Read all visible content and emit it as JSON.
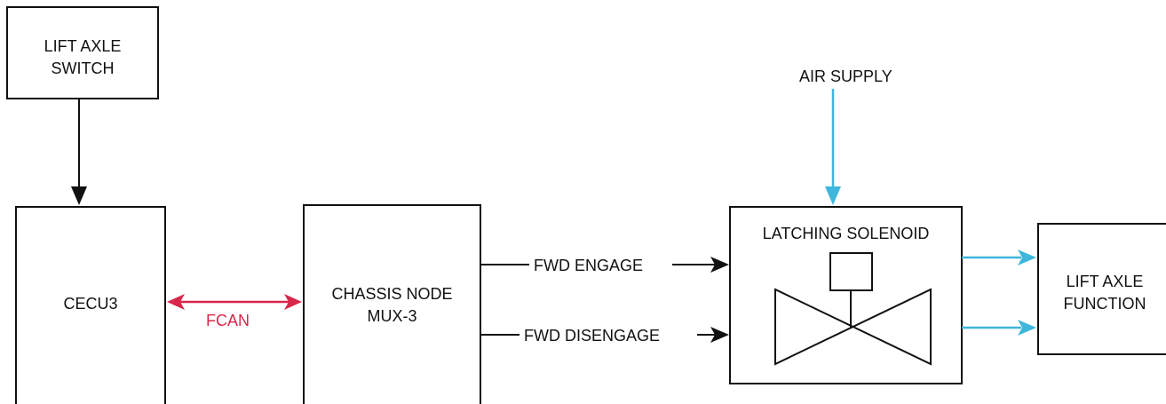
{
  "blocks": {
    "lift_axle_switch": [
      "LIFT AXLE",
      "SWITCH"
    ],
    "cecu3": "CECU3",
    "chassis_node": [
      "CHASSIS NODE",
      "MUX-3"
    ],
    "latching_solenoid": "LATCHING SOLENOID",
    "lift_axle_function": [
      "LIFT AXLE",
      "FUNCTION"
    ]
  },
  "signals": {
    "fcan": "FCAN",
    "fwd_engage": "FWD ENGAGE",
    "fwd_disengage": "FWD DISENGAGE",
    "air_supply": "AIR SUPPLY"
  },
  "colors": {
    "line": "#111111",
    "fcan": "#d8274a",
    "air": "#3fb6dc"
  }
}
